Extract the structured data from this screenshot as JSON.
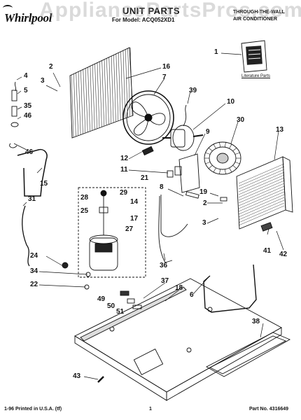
{
  "brand": "Whirlpool",
  "watermark": "AppliancePartsPros.com",
  "header": {
    "title": "UNIT PARTS",
    "model": "For Model: ACQ052XD1",
    "product_type_line1": "THROUGH-THE-WALL",
    "product_type_line2": "AIR CONDITIONER"
  },
  "literature_label": "Literature Parts",
  "callouts": [
    "1",
    "2",
    "3",
    "4",
    "5",
    "35",
    "46",
    "46",
    "15",
    "16",
    "7",
    "39",
    "10",
    "9",
    "30",
    "13",
    "12",
    "11",
    "21",
    "29",
    "14",
    "28",
    "25",
    "17",
    "27",
    "8",
    "19",
    "2",
    "3",
    "41",
    "42",
    "31",
    "24",
    "34",
    "22",
    "36",
    "6",
    "37",
    "18",
    "49",
    "50",
    "51",
    "38",
    "43"
  ],
  "footer": {
    "left": "1-96 Printed in U.S.A. (tf)",
    "center": "1",
    "right": "Part No. 4316649"
  },
  "colors": {
    "ink": "#111111",
    "watermark": "#969696"
  }
}
